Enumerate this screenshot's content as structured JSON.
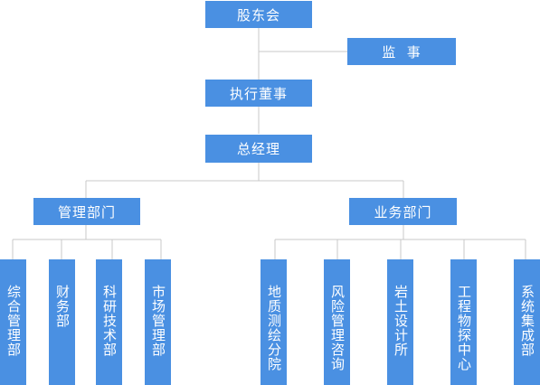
{
  "chart": {
    "shareholders": "股东会",
    "supervisor": "监  事",
    "executive_director": "执行董事",
    "general_manager": "总经理",
    "management_dept": "管理部门",
    "business_dept": "业务部门",
    "management_units": [
      "综合管理部",
      "财务部",
      "科研技术部",
      "市场管理部"
    ],
    "business_units": [
      "地质测绘分院",
      "风险管理咨询部",
      "岩土设计所",
      "工程物探中心",
      "系统集成部"
    ]
  },
  "colors": {
    "box": "#4a90e2",
    "line": "#c8c8c8",
    "text": "#ffffff"
  }
}
